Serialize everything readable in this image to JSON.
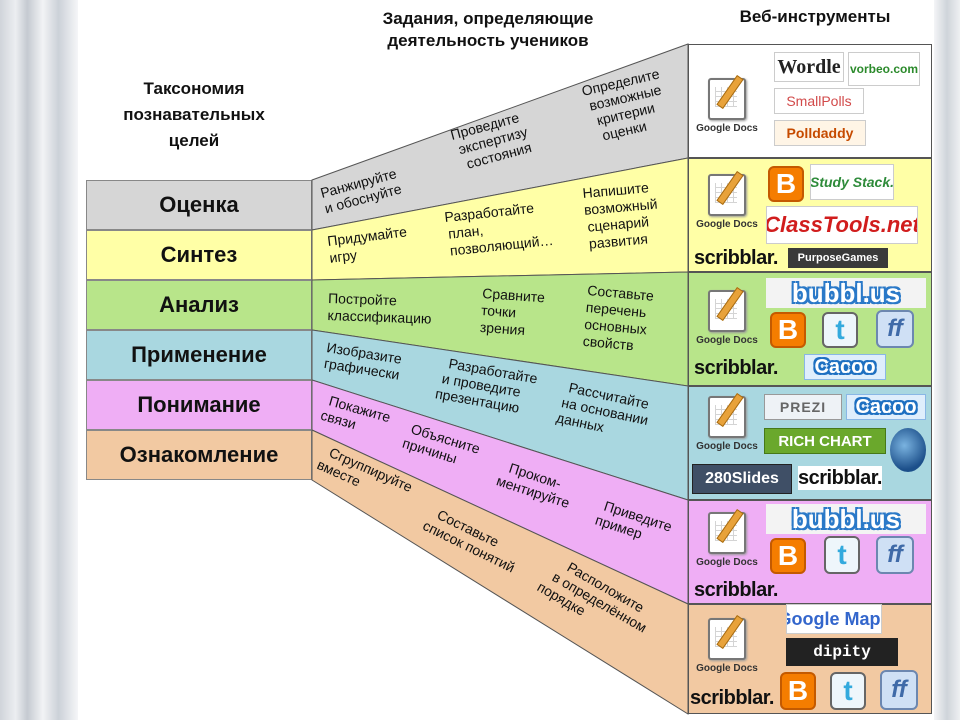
{
  "headers": {
    "taxonomy": [
      "Таксономия",
      "познавательных",
      "целей"
    ],
    "tasks": [
      "Задания, определяющие",
      "деятельность учеников"
    ],
    "tools": "Веб-инструменты"
  },
  "levels": [
    {
      "label": "Оценка",
      "color": "#d6d6d6"
    },
    {
      "label": "Синтез",
      "color": "#ffffa6"
    },
    {
      "label": "Анализ",
      "color": "#b8e58a"
    },
    {
      "label": "Применение",
      "color": "#a9d7e0"
    },
    {
      "label": "Понимание",
      "color": "#efaef5"
    },
    {
      "label": "Ознакомление",
      "color": "#f2c9a2"
    }
  ],
  "tasks": {
    "evaluation": [
      "Ранжируйте и обоснуйте",
      "Проведите экспертизу состояния",
      "Определите возможные критерии оценки"
    ],
    "synthesis": [
      "Придумайте игру",
      "Разработайте план, позволяющий…",
      "Напишите возможный сценарий развития"
    ],
    "analysis": [
      "Постройте классификацию",
      "Сравните точки зрения",
      "Составьте перечень основных свойств"
    ],
    "application": [
      "Изобразите графически",
      "Разработайте и проведите презентацию",
      "Рассчитайте на основании данных"
    ],
    "comprehension": [
      "Покажите связи",
      "Объясните причины",
      "Прокомментируйте",
      "Приведите пример"
    ],
    "knowledge": [
      "Сгруппируйте вместе",
      "Составьте список понятий",
      "Расположите в определённом порядке"
    ]
  },
  "tools": {
    "gdocs_caption": "Google Docs",
    "scribblar": "scribblar.",
    "row1": [
      "Wordle",
      "vorbeo.com",
      "SmallPolls",
      "Polldaddy"
    ],
    "row2": [
      "Study Stack.",
      "ClassTools.net",
      "PurposeGames"
    ],
    "row3": [
      "bubbl.us",
      "Cacoo"
    ],
    "row4": [
      "PREZI",
      "Cacoo",
      "RICH CHART",
      "280Slides"
    ],
    "row5": [
      "bubbl.us"
    ],
    "row6": [
      "Google Maps",
      "dipity"
    ]
  },
  "icons": {
    "blogger": "blogger-icon",
    "twitter": "twitter-icon",
    "friendfeed": "friendfeed-icon",
    "google_earth": "google-earth-icon"
  }
}
